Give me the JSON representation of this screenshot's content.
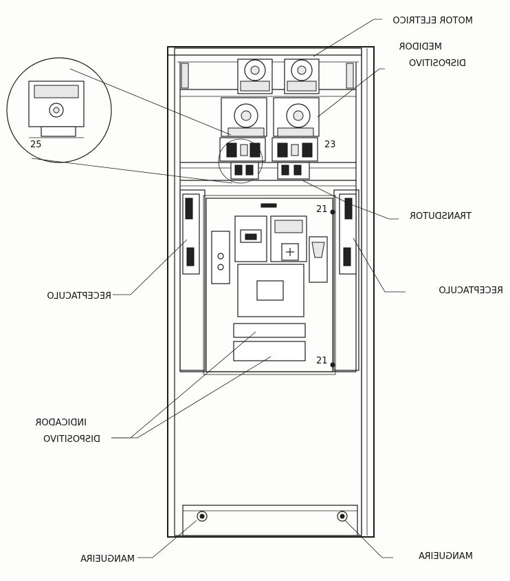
{
  "labels": {
    "motor": "MOTOR ELETRICO",
    "medidor_l1": "MEDIDOR",
    "medidor_l2": "DISPOSITIVO",
    "transdutor": "TRANSDUTOR",
    "receptaculo_left": "RECEPTACULO",
    "receptaculo_right": "RECEPTACULO",
    "indicador_l1": "INDICADOR",
    "indicador_l2": "DISPOSITIVO",
    "mangueira_left": "MANGUEIRA",
    "mangueira_right": "MANGUEIRA"
  },
  "marks": {
    "n23": "23",
    "n21_top": "21",
    "n21_bottom": "21",
    "n25": "25"
  }
}
